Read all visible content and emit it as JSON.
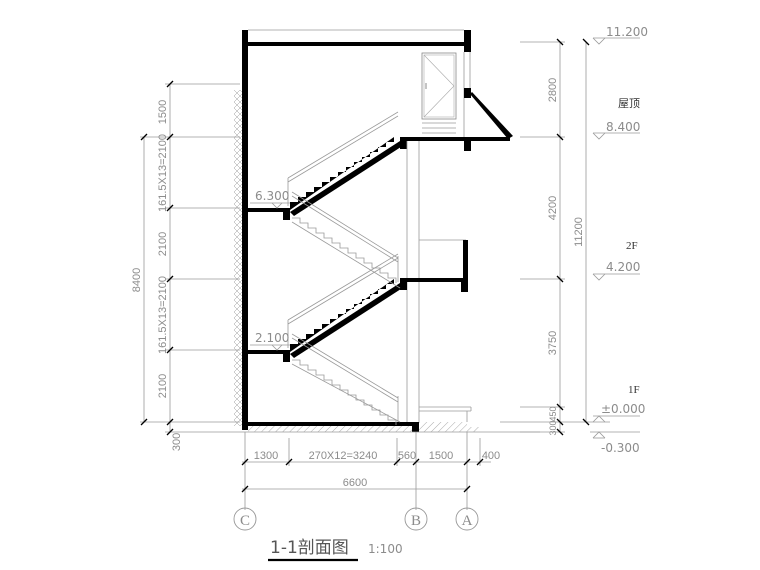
{
  "drawing": {
    "title": "1-1剖面图",
    "scale": "1:100"
  },
  "left_dimensions": {
    "segments": [
      {
        "label": "1500"
      },
      {
        "label": "161.5X13=2100"
      },
      {
        "label": "2100"
      },
      {
        "label": "161.5X13=2100"
      },
      {
        "label": "2100"
      }
    ],
    "total": "8400",
    "below_grade": "300"
  },
  "right_dimensions": {
    "segments": [
      {
        "label": "2800"
      },
      {
        "label": "4200"
      },
      {
        "label": "3750"
      },
      {
        "label": "450"
      },
      {
        "label": "300"
      }
    ],
    "total": "11200"
  },
  "levels": [
    {
      "floor": "",
      "elevation": "11.200"
    },
    {
      "floor": "屋顶",
      "elevation": "8.400"
    },
    {
      "floor": "2F",
      "elevation": "4.200"
    },
    {
      "floor": "1F",
      "elevation": "±0.000"
    },
    {
      "floor": "",
      "elevation": "-0.300"
    }
  ],
  "landing_levels": [
    {
      "elevation": "6.300"
    },
    {
      "elevation": "2.100"
    }
  ],
  "bottom_dimensions": {
    "segments": [
      {
        "label": "1300"
      },
      {
        "label": "270X12=3240"
      },
      {
        "label": "560"
      },
      {
        "label": "1500"
      },
      {
        "label": "400"
      }
    ],
    "total": "6600"
  },
  "axes": [
    {
      "label": "C"
    },
    {
      "label": "B"
    },
    {
      "label": "A"
    }
  ]
}
